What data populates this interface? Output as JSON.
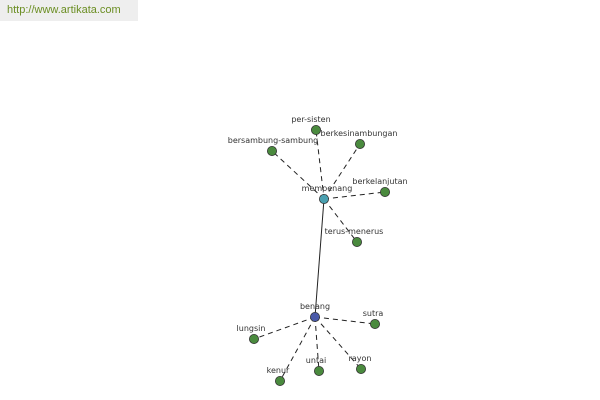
{
  "watermark": "http://www.artikata.com",
  "colors": {
    "leaf": "#4a8a3e",
    "hub1": "#4aa0b0",
    "hub2": "#4a5aa8",
    "edge": "#222222"
  },
  "graph": {
    "nodes": [
      {
        "id": "mempenang",
        "label": "mempenang",
        "kind": "hub1"
      },
      {
        "id": "benang",
        "label": "benang",
        "kind": "hub2"
      },
      {
        "id": "per-sisten",
        "label": "per-sisten",
        "kind": "leaf"
      },
      {
        "id": "berkesinambungan",
        "label": "berkesinambungan",
        "kind": "leaf"
      },
      {
        "id": "bersambung-sambung",
        "label": "bersambung-sambung",
        "kind": "leaf"
      },
      {
        "id": "berkelanjutan",
        "label": "berkelanjutan",
        "kind": "leaf"
      },
      {
        "id": "terus-menerus",
        "label": "terus-menerus",
        "kind": "leaf"
      },
      {
        "id": "sutra",
        "label": "sutra",
        "kind": "leaf"
      },
      {
        "id": "lungsin",
        "label": "lungsin",
        "kind": "leaf"
      },
      {
        "id": "rayon",
        "label": "rayon",
        "kind": "leaf"
      },
      {
        "id": "untai",
        "label": "untai",
        "kind": "leaf"
      },
      {
        "id": "kenur",
        "label": "kenur",
        "kind": "leaf"
      }
    ],
    "edges": [
      {
        "from": "mempenang",
        "to": "benang",
        "style": "solid"
      },
      {
        "from": "mempenang",
        "to": "per-sisten",
        "style": "dashed"
      },
      {
        "from": "mempenang",
        "to": "berkesinambungan",
        "style": "dashed"
      },
      {
        "from": "mempenang",
        "to": "bersambung-sambung",
        "style": "dashed"
      },
      {
        "from": "mempenang",
        "to": "berkelanjutan",
        "style": "dashed"
      },
      {
        "from": "mempenang",
        "to": "terus-menerus",
        "style": "dashed"
      },
      {
        "from": "benang",
        "to": "sutra",
        "style": "dashed"
      },
      {
        "from": "benang",
        "to": "lungsin",
        "style": "dashed"
      },
      {
        "from": "benang",
        "to": "rayon",
        "style": "dashed"
      },
      {
        "from": "benang",
        "to": "untai",
        "style": "dashed"
      },
      {
        "from": "benang",
        "to": "kenur",
        "style": "dashed"
      }
    ]
  }
}
